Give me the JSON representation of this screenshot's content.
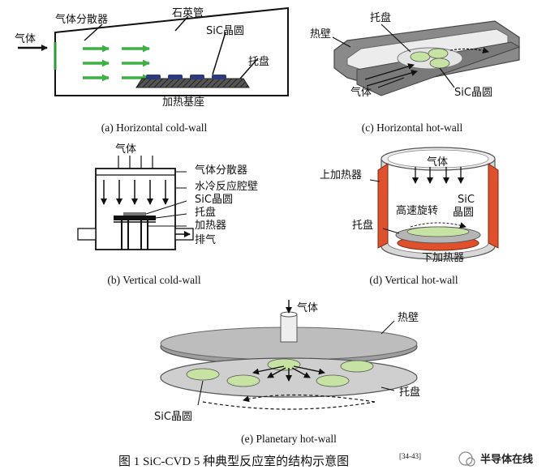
{
  "panels": {
    "a": {
      "caption": "(a) Horizontal cold-wall",
      "labels": {
        "gas": "气体",
        "diffuser": "气体分散器",
        "quartz_tube": "石英管",
        "wafer": "SiC晶圆",
        "tray": "托盘",
        "heated_base": "加热基座"
      }
    },
    "b": {
      "caption": "(b) Vertical cold-wall",
      "labels": {
        "gas": "气体",
        "diffuser": "气体分散器",
        "chamber_wall": "水冷反应腔壁",
        "wafer": "SiC晶圆",
        "tray": "托盘",
        "heater": "加热器",
        "exhaust": "排气"
      }
    },
    "c": {
      "caption": "(c) Horizontal hot-wall",
      "labels": {
        "hot_wall": "热壁",
        "tray": "托盘",
        "gas": "气体",
        "wafer": "SiC晶圆"
      }
    },
    "d": {
      "caption": "(d) Vertical hot-wall",
      "labels": {
        "gas": "气体",
        "upper_heater": "上加热器",
        "sic": "SiC",
        "wafer": "晶圆",
        "rotation": "高速旋转",
        "tray": "托盘",
        "lower_heater": "下加热器"
      }
    },
    "e": {
      "caption": "(e) Planetary hot-wall",
      "labels": {
        "gas": "气体",
        "hot_wall": "热壁",
        "tray": "托盘",
        "wafer": "SiC晶圆"
      }
    }
  },
  "figure_caption": "图 1    SiC-CVD 5 种典型反应室的结构示意图",
  "figure_ref": "[34-43]",
  "watermark": "半导体在线",
  "colors": {
    "gas_arrow": "#3cb043",
    "heater": "#e0502a",
    "wall_gray": "#a8a8a8",
    "wafer_green": "#c6e3a4",
    "dark": "#3a3a3a"
  }
}
